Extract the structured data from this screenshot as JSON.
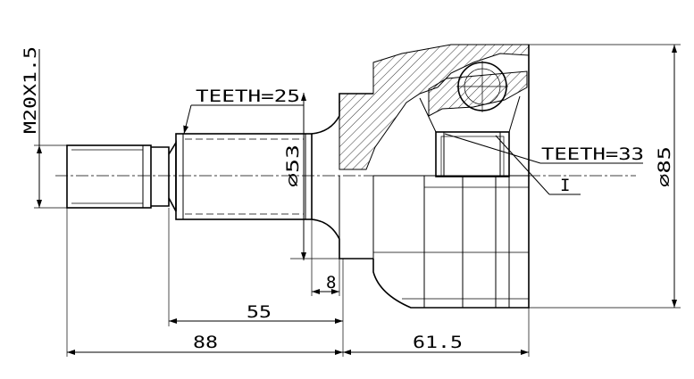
{
  "labels": {
    "thread": "M20X1.5",
    "teeth_outer": "TEETH=25",
    "teeth_inner": "TEETH=33",
    "shaft_dia": "⌀53",
    "body_dia": "⌀85",
    "detail": "I",
    "dim_8": "8",
    "dim_55": "55",
    "dim_88": "88",
    "dim_615": "61.5"
  }
}
